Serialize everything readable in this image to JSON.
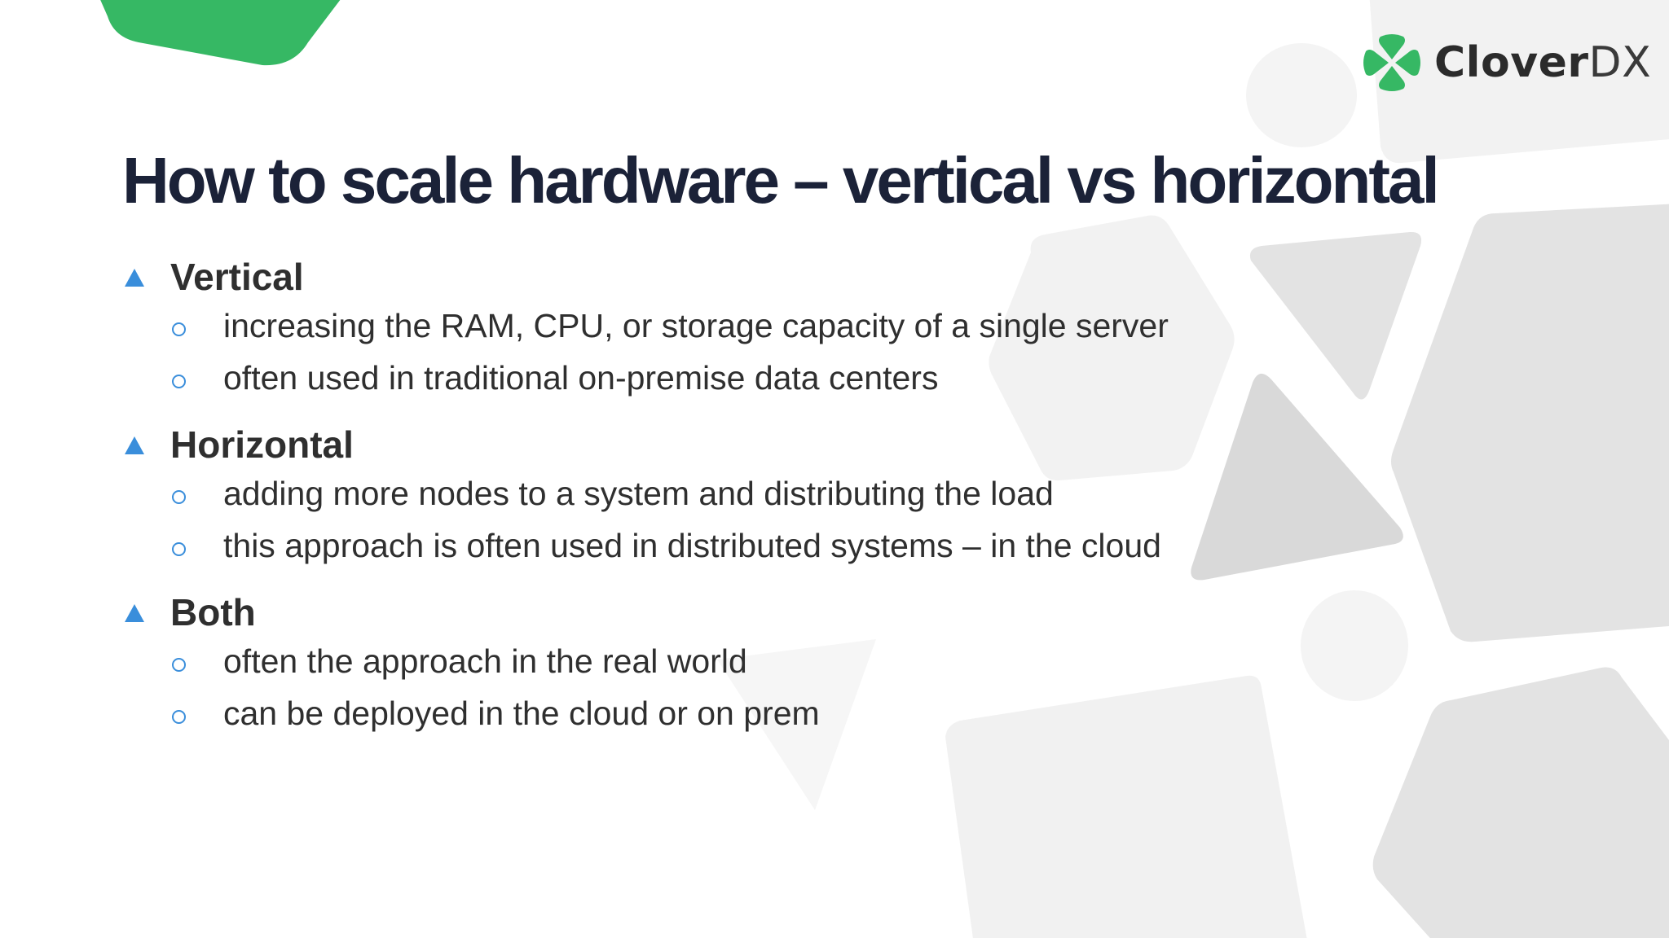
{
  "slide": {
    "title": "How to scale hardware – vertical vs horizontal",
    "brand": {
      "name_strong": "Clover",
      "name_light": "DX",
      "logo_icon": "clover-leaf-icon",
      "accent_color": "#36b864"
    },
    "colors": {
      "title": "#1b2238",
      "body_text": "#2f2f2f",
      "bullet": "#3a8edb",
      "decor_shape_light": "#f2f2f2",
      "decor_shape_mid": "#e3e3e3",
      "decor_shape_dark": "#d9d9d9"
    },
    "sections": [
      {
        "label": "Vertical",
        "bullet_icon": "triangle-bullet-icon",
        "items": [
          "increasing the RAM, CPU, or storage capacity of a single server",
          "often used in traditional on-premise data centers"
        ]
      },
      {
        "label": "Horizontal",
        "bullet_icon": "triangle-bullet-icon",
        "items": [
          "adding more nodes to a system and distributing the load",
          "this approach is often used in distributed systems – in the cloud"
        ]
      },
      {
        "label": "Both",
        "bullet_icon": "triangle-bullet-icon",
        "items": [
          "often the approach in the real world",
          "can be deployed in the cloud or on prem"
        ]
      }
    ]
  }
}
